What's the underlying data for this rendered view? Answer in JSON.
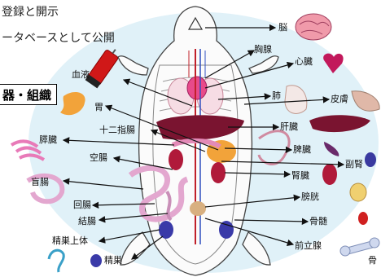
{
  "header": {
    "line1": "登録と開示",
    "line2": "ータベースとして公開",
    "tag": "器・組織"
  },
  "labels": {
    "brain": "脳",
    "thymus": "胸腺",
    "heart": "心臓",
    "lung": "肺",
    "skin": "皮膚",
    "liver": "肝臓",
    "spleen": "脾臓",
    "kidney": "腎臓",
    "adrenal": "副腎",
    "bladder": "膀胱",
    "bone_marrow": "骨髄",
    "prostate": "前立腺",
    "bone": "骨",
    "blood": "血液",
    "stomach": "胃",
    "duodenum": "十二指腸",
    "pancreas": "膵臓",
    "jejunum": "空腸",
    "cecum": "盲腸",
    "ileum": "回腸",
    "colon": "結腸",
    "epididymis": "精巣上体",
    "testis": "精巣"
  },
  "colors": {
    "halo": "#d6ecf5",
    "body_fill": "#fbfbfb",
    "organ_red": "#b01a3a",
    "organ_pink": "#f0a0c0",
    "liver": "#7a1430",
    "orange": "#f2a33a",
    "purple": "#6a2a8a"
  }
}
